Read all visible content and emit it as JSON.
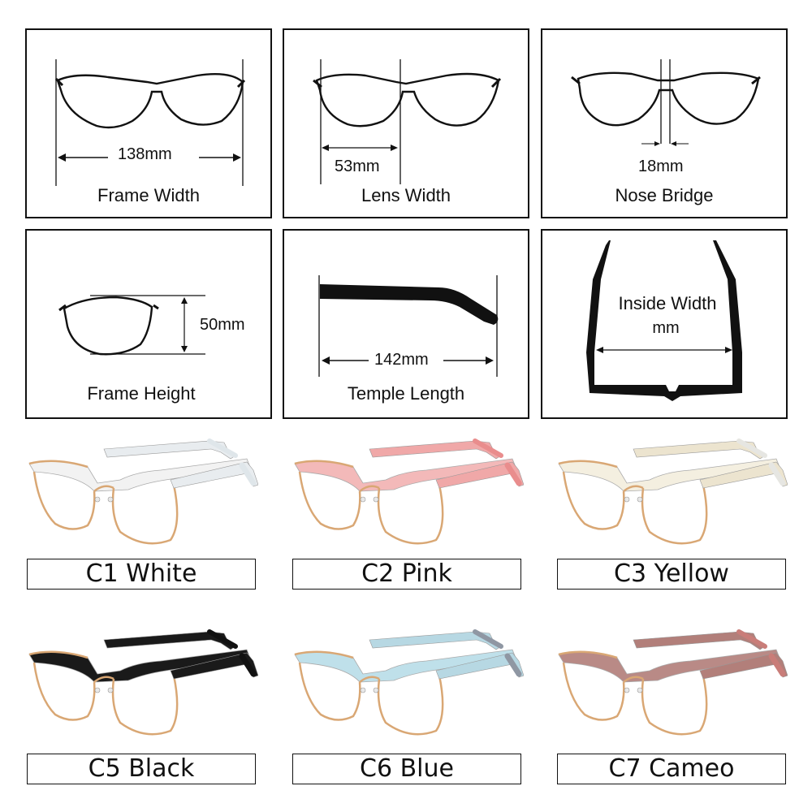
{
  "measurements": {
    "frame_width": {
      "value": "138mm",
      "label": "Frame Width"
    },
    "lens_width": {
      "value": "53mm",
      "label": "Lens Width"
    },
    "nose_bridge": {
      "value": "18mm",
      "label": "Nose Bridge"
    },
    "frame_height": {
      "value": "50mm",
      "label": "Frame Height"
    },
    "temple_length": {
      "value": "142mm",
      "label": "Temple Length"
    },
    "inside_width": {
      "label": "Inside Width",
      "value": "mm"
    }
  },
  "colors": [
    {
      "label": "C1 White",
      "frame": "#f2f2f2",
      "temple": "#e8ecef",
      "tip": "#dfe6ea"
    },
    {
      "label": "C2 Pink",
      "frame": "#f3b9b9",
      "temple": "#f0a8a8",
      "tip": "#e98d8d"
    },
    {
      "label": "C3 Yellow",
      "frame": "#f4efe0",
      "temple": "#ece4cf",
      "tip": "#e6e6e2"
    },
    {
      "label": "C5 Black",
      "frame": "#1a1a1a",
      "temple": "#1a1a1a",
      "tip": "#111111"
    },
    {
      "label": "C6 Blue",
      "frame": "#bfe0ea",
      "temple": "#b7d8e3",
      "tip": "#8f97a3"
    },
    {
      "label": "C7 Cameo",
      "frame": "#b98a86",
      "temple": "#b27f7a",
      "tip": "#c97d79"
    }
  ],
  "metal_color": "#d9a774"
}
